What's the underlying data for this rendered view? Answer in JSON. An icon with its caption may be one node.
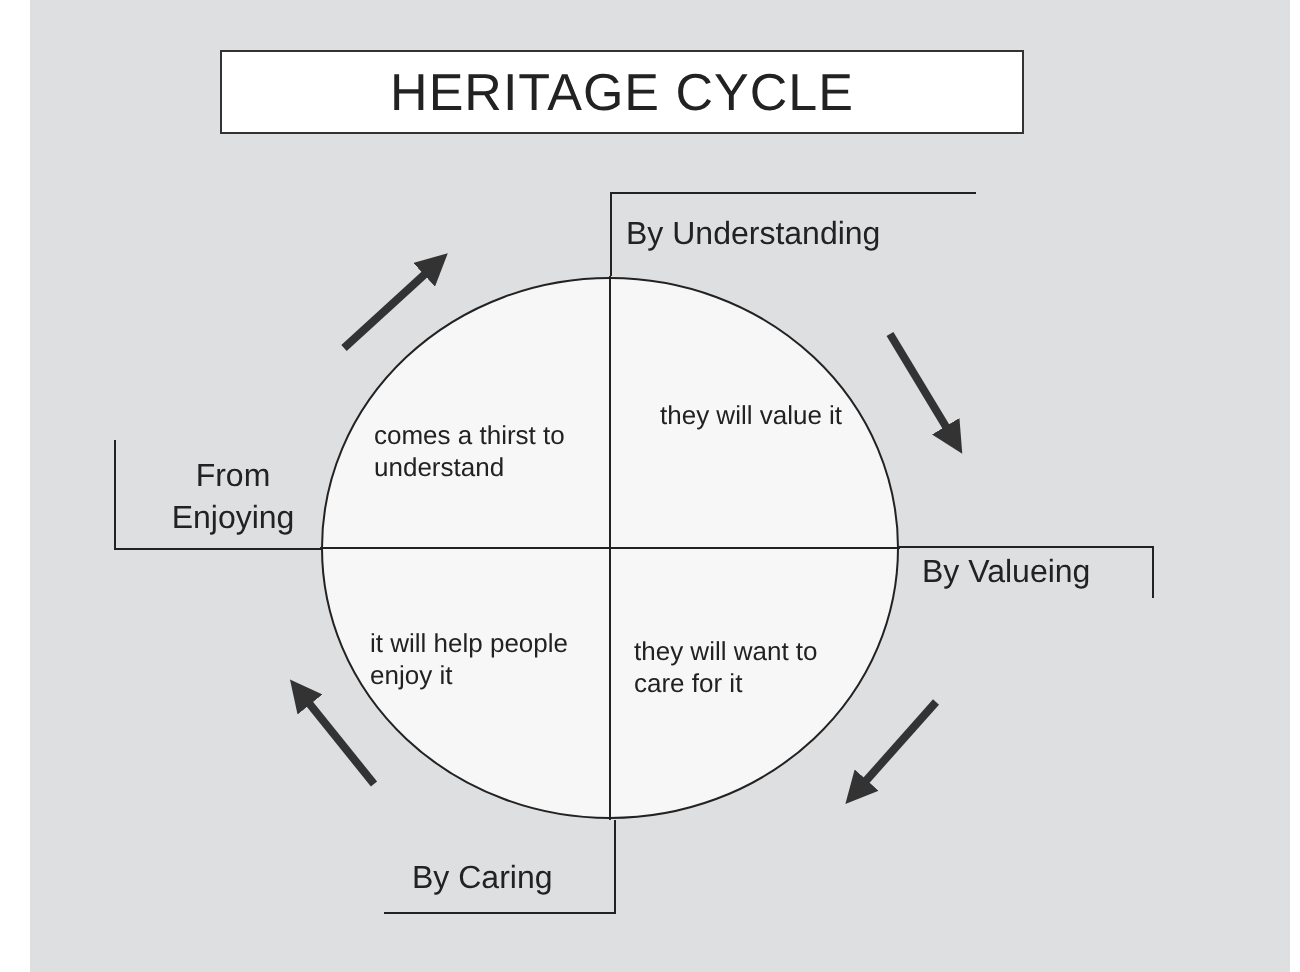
{
  "diagram": {
    "title": "HERITAGE CYCLE",
    "nodes": [
      {
        "text": [
          "comes a thirst to understand",
          "they will value it",
          "it will help people enjoy it",
          "they will want to care for it"
        ]
      },
      {
        "text": [
          "By Understanding"
        ]
      },
      {
        "text": [
          "From Enjoying"
        ]
      },
      {
        "text": [
          "By Valueing"
        ]
      },
      {
        "text": [
          "By Caring"
        ]
      }
    ]
  }
}
